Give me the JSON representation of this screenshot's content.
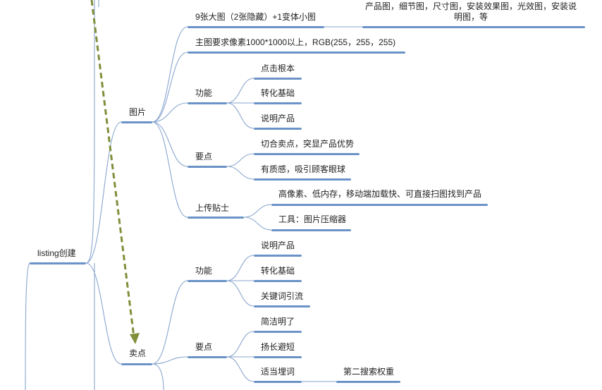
{
  "colors": {
    "branch": "#8aa6cf",
    "underline": "#6b93c7",
    "arrow": "#7f8f3a",
    "text": "#222222"
  },
  "nodes": {
    "root": "listing创建",
    "pictures": "图片",
    "pic_count": "9张大图（2张隐藏）+1变体小图",
    "pic_types": "产品图，细节图，尺寸图，安装效果图，光效图，安装说明图，等",
    "pic_pixel": "主图要求像素1000*1000以上，RGB(255，255，255)",
    "pic_function": "功能",
    "pic_func_click": "点击根本",
    "pic_func_convert": "转化基础",
    "pic_func_explain": "说明产品",
    "pic_keypoints": "要点",
    "pic_key_fit": "切合卖点，突显产品优势",
    "pic_key_quality": "有质感，吸引顾客眼球",
    "upload_tips": "上传贴士",
    "upload_high_pixel": "高像素、低内存，移动端加载快、可直接扫图找到产品",
    "upload_tool": "工具：图片压缩器",
    "selling_points": "卖点",
    "sp_function": "功能",
    "sp_func_explain": "说明产品",
    "sp_func_convert": "转化基础",
    "sp_func_keyword": "关键词引流",
    "sp_keypoints": "要点",
    "sp_key_concise": "简洁明了",
    "sp_key_strength": "扬长避短",
    "sp_key_keyword": "适当埋词",
    "sp_key_weight": "第二搜索权重"
  }
}
